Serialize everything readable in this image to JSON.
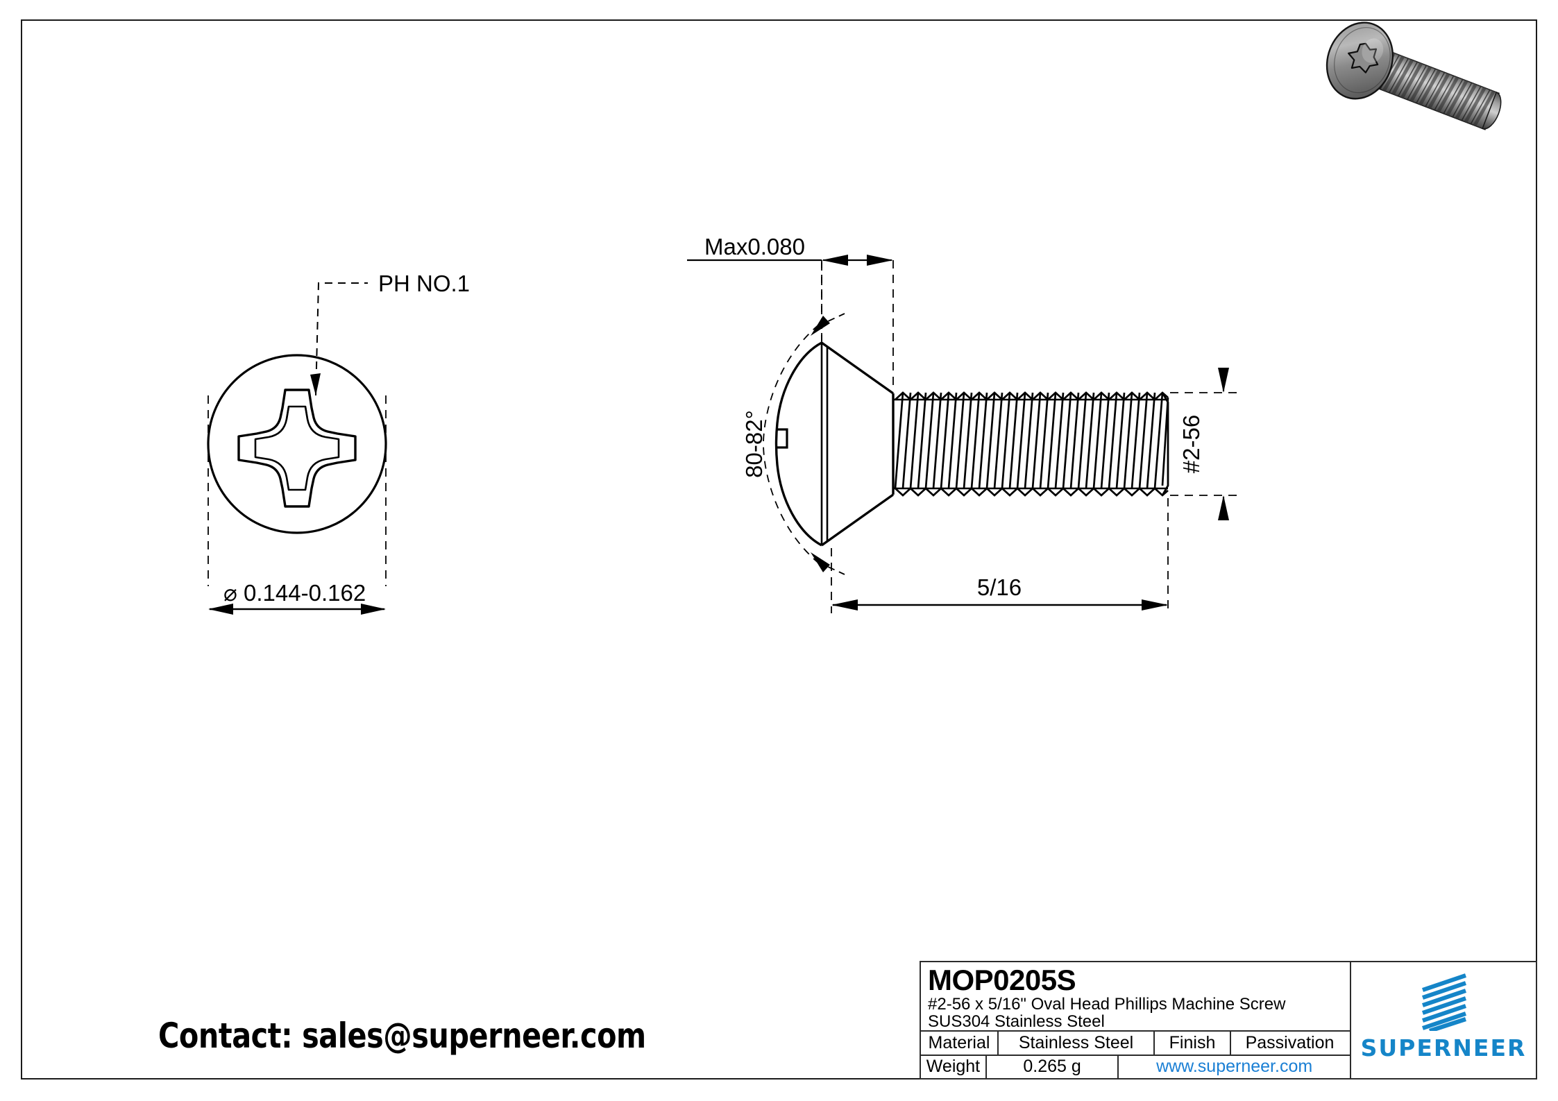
{
  "document": {
    "type": "engineering-drawing",
    "background": "#ffffff",
    "frame_color": "#1a1a1a"
  },
  "contact": {
    "text": "Contact: sales@superneer.com"
  },
  "views": {
    "render_label": "3d-screw-render",
    "end_view": {
      "callout": "PH NO.1",
      "diameter_dim": "⌀ 0.144-0.162"
    },
    "side_view": {
      "head_height_dim": "Max0.080",
      "head_angle_dim": "80-82°",
      "thread_size_dim": "#2-56",
      "length_dim": "5/16"
    }
  },
  "title_block": {
    "part_number": "MOP0205S",
    "description_line1": "#2-56 x 5/16\" Oval Head Phillips Machine Screw",
    "description_line2": "SUS304 Stainless Steel",
    "rows": [
      {
        "label": "Material",
        "value": "Stainless Steel",
        "label2": "Finish",
        "value2": "Passivation"
      },
      {
        "label": "Weight",
        "value": "0.265 g",
        "website": "www.superneer.com"
      }
    ],
    "brand": {
      "name": "SUPERNEER",
      "color": "#1585c8",
      "link_color": "#1a7fd4",
      "mark": "striped-parallelogram-logo"
    }
  }
}
